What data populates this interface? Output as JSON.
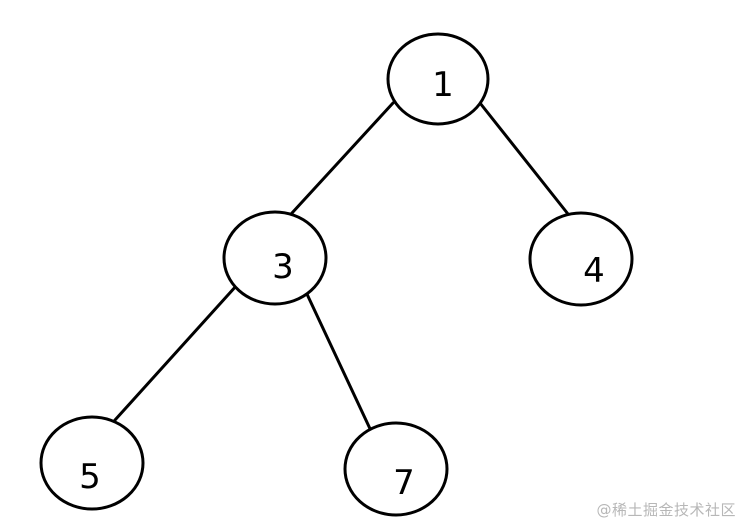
{
  "tree": {
    "nodes": [
      {
        "id": "n1",
        "label": "1"
      },
      {
        "id": "n3",
        "label": "3"
      },
      {
        "id": "n4",
        "label": "4"
      },
      {
        "id": "n5",
        "label": "5"
      },
      {
        "id": "n7",
        "label": "7"
      }
    ],
    "edges": [
      {
        "from": "n1",
        "to": "n3"
      },
      {
        "from": "n1",
        "to": "n4"
      },
      {
        "from": "n3",
        "to": "n5"
      },
      {
        "from": "n3",
        "to": "n7"
      }
    ]
  },
  "watermark": "@稀土掘金技术社区"
}
